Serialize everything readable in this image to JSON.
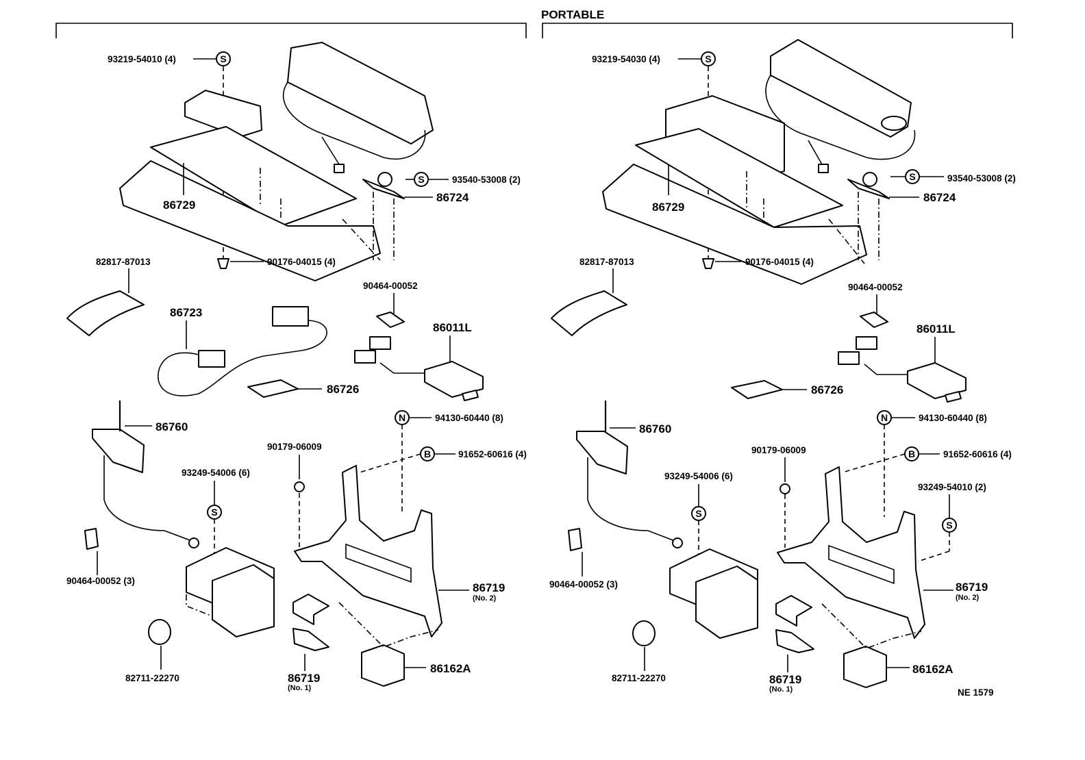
{
  "header": {
    "title": "PORTABLE"
  },
  "figure_code": "NE  1579",
  "left": {
    "screw_top": "93219-54010 (4)",
    "screw_right": "93540-53008 (2)",
    "bracket_top": "86724",
    "plate": "86729",
    "clip": "90176-04015 (4)",
    "label_sheet": "82817-87013",
    "clamp_top": "90464-00052",
    "cord": "86723",
    "unit": "86011L",
    "holder": "86726",
    "antenna": "86760",
    "nut": "94130-60440 (8)",
    "nut_b": "90179-06009",
    "bolt": "91652-60616 (4)",
    "screw_bottom": "93249-54006 (6)",
    "clamp_bottom": "90464-00052 (3)",
    "bracket_no2": "86719",
    "bracket_no2_sub": "(No. 2)",
    "band": "82711-22270",
    "bracket_no1": "86719",
    "bracket_no1_sub": "(No. 1)",
    "relay": "86162A"
  },
  "right": {
    "screw_top": "93219-54030 (4)",
    "screw_right": "93540-53008 (2)",
    "bracket_top": "86724",
    "plate": "86729",
    "clip": "90176-04015 (4)",
    "label_sheet": "82817-87013",
    "clamp_top": "90464-00052",
    "unit": "86011L",
    "holder": "86726",
    "antenna": "86760",
    "nut": "94130-60440 (8)",
    "nut_b": "90179-06009",
    "bolt": "91652-60616 (4)",
    "screw_bottom": "93249-54006 (6)",
    "screw_extra": "93249-54010 (2)",
    "clamp_bottom": "90464-00052 (3)",
    "bracket_no2": "86719",
    "bracket_no2_sub": "(No. 2)",
    "band": "82711-22270",
    "bracket_no1": "86719",
    "bracket_no1_sub": "(No. 1)",
    "relay": "86162A"
  },
  "symbols": {
    "screw": "S",
    "nut": "N",
    "bolt": "B"
  }
}
